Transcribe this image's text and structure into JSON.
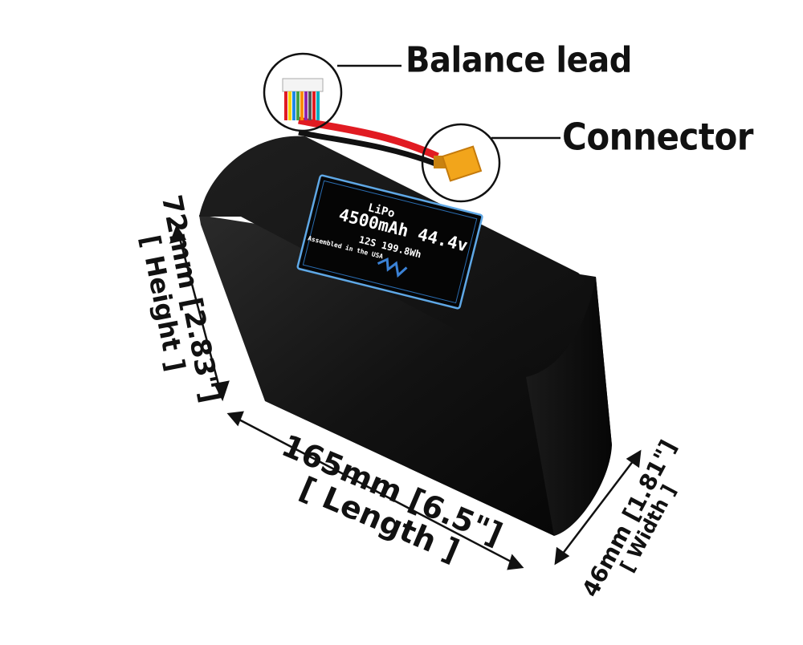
{
  "callouts": {
    "balance_lead": "Balance lead",
    "connector": "Connector"
  },
  "battery_label": {
    "chemistry": "LiPo",
    "capacity_voltage": "4500mAh 44.4v",
    "cells_energy": "12S 199.8Wh",
    "assembled": "Assembled in the USA"
  },
  "dimensions": {
    "height_value": "72mm [2.83\"]",
    "height_name": "[ Height ]",
    "length_value": "165mm [6.5\"]",
    "length_name": "[ Length ]",
    "width_value": "46mm [1.81\"]",
    "width_name": "[ Width ]"
  },
  "colors": {
    "battery_body": "#141414",
    "wire_red": "#e11b22",
    "connector_yellow": "#f2a51b",
    "label_border": "#5fa8e6"
  }
}
